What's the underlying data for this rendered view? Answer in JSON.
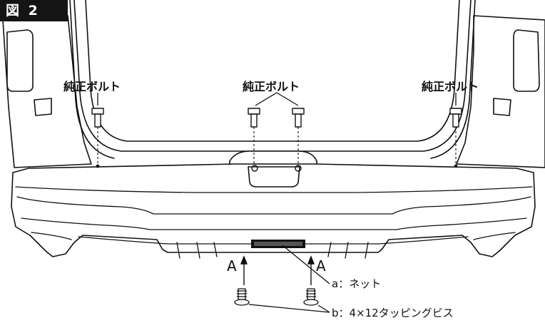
{
  "figure": {
    "tag": "図 2"
  },
  "labels": {
    "bolt_left": "純正ボルト",
    "bolt_center": "純正ボルト",
    "bolt_right": "純正ボルト",
    "view_a_left": "A",
    "view_a_right": "A",
    "part_a": "a：ネット",
    "part_b": "b：4×12タッピングビス"
  },
  "colors": {
    "ink": "#111111",
    "tag_bg": "#141414",
    "body_fill": "#ffffff"
  }
}
